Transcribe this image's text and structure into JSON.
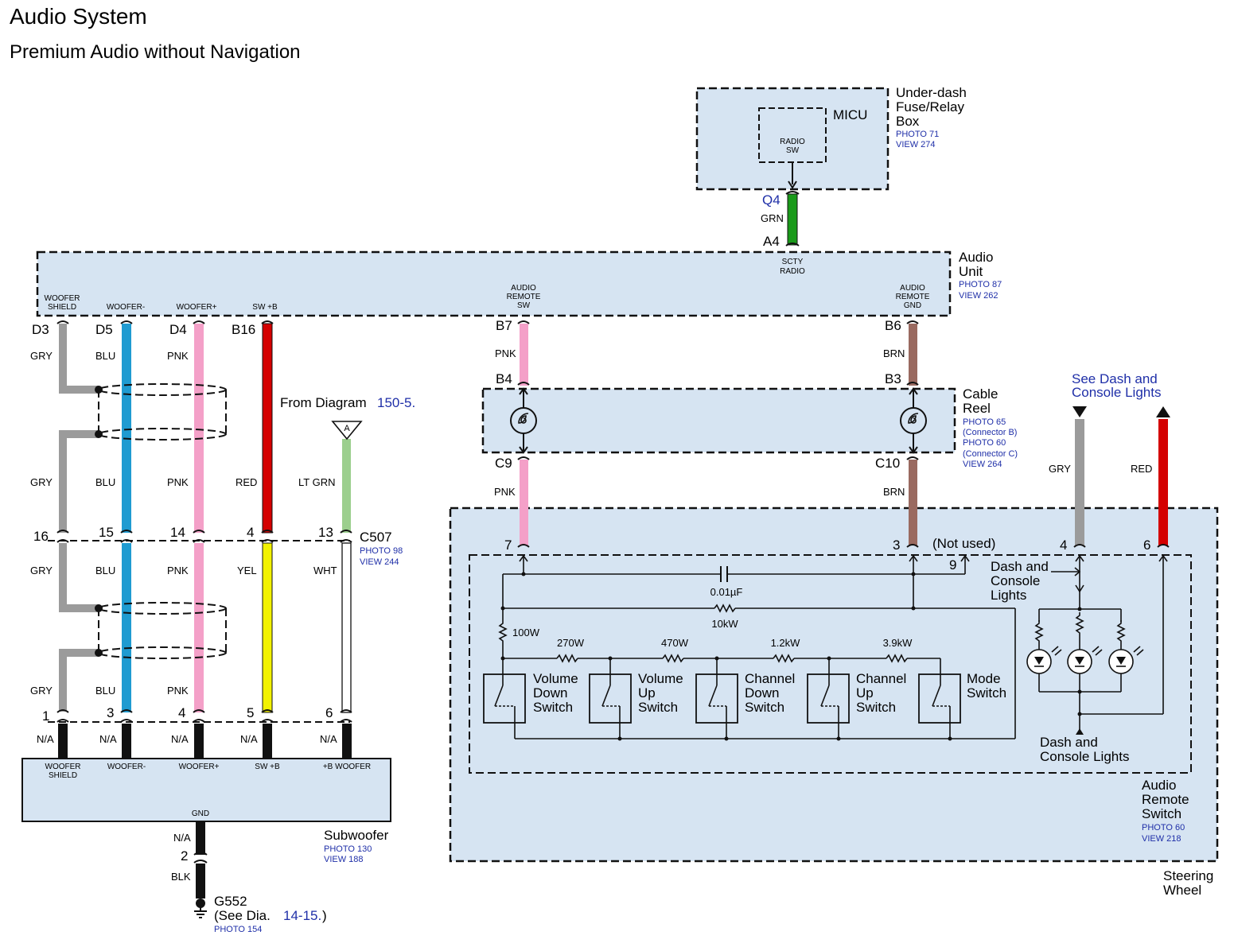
{
  "title": "Audio System",
  "subtitle": "Premium Audio without Navigation",
  "colors": {
    "box_fill": "#d6e4f2",
    "GRY": "#9b9b9b",
    "BLU": "#1f9bd1",
    "PNK": "#f4a0c8",
    "RED": "#d40000",
    "YEL": "#f2f200",
    "WHT": "#ffffff",
    "LT_GRN": "#9ccf8e",
    "GRN": "#1a9a1a",
    "BRN": "#9a6a60",
    "BLK": "#111111",
    "link": "#1f2fa8"
  },
  "fuse_box": {
    "title_lines": [
      "Under-dash",
      "Fuse/Relay",
      "Box"
    ],
    "photo": "PHOTO 71",
    "view": "VIEW 274",
    "micu": "MICU",
    "radio_sw_lines": [
      "RADIO",
      "SW"
    ],
    "pin_q4": "Q4",
    "wire_grn": "GRN",
    "pin_a4": "A4"
  },
  "audio_unit": {
    "title_lines": [
      "Audio",
      "Unit"
    ],
    "photo": "PHOTO 87",
    "view": "VIEW 262",
    "scty_lines": [
      "SCTY",
      "RADIO"
    ],
    "terminals": {
      "woofer_shield_lines": [
        "WOOFER",
        "SHIELD"
      ],
      "woofer_minus": "WOOFER-",
      "woofer_plus": "WOOFER+",
      "sw_b": "SW +B",
      "remote_sw_lines": [
        "AUDIO",
        "REMOTE",
        "SW"
      ],
      "remote_gnd_lines": [
        "AUDIO",
        "REMOTE",
        "GND"
      ]
    },
    "pins": {
      "d3": "D3",
      "d5": "D5",
      "d4": "D4",
      "b16": "B16",
      "b7": "B7",
      "b6": "B6"
    }
  },
  "wire_labels": {
    "gry": "GRY",
    "blu": "BLU",
    "pnk": "PNK",
    "red": "RED",
    "yel": "YEL",
    "wht": "WHT",
    "lt_grn": "LT GRN",
    "brn": "BRN",
    "na": "N/A",
    "blk": "BLK"
  },
  "from_diagram": {
    "text": "From Diagram",
    "link": "150-5.",
    "connector": "A"
  },
  "c507": {
    "name": "C507",
    "photo": "PHOTO 98",
    "view": "VIEW 244",
    "pins": [
      "16",
      "15",
      "14",
      "4",
      "13"
    ]
  },
  "sub_pins": [
    "1",
    "3",
    "4",
    "5",
    "6"
  ],
  "subwoofer": {
    "title": "Subwoofer",
    "photo": "PHOTO 130",
    "view": "VIEW 188",
    "terminals": [
      "WOOFER SHIELD",
      "WOOFER-",
      "WOOFER+",
      "SW +B",
      "+B WOOFER"
    ],
    "terminal_shield_lines": [
      "WOOFER",
      "SHIELD"
    ],
    "gnd": "GND",
    "gnd_pin": "2"
  },
  "ground": {
    "name": "G552",
    "see_text": "(See Dia.",
    "see_link": "14-15.",
    "close": ")",
    "photo": "PHOTO 154"
  },
  "cable_reel": {
    "title_lines": [
      "Cable",
      "Reel"
    ],
    "photo_b": "PHOTO 65",
    "conn_b": "(Connector B)",
    "photo_c": "PHOTO 60",
    "conn_c": "(Connector C)",
    "view": "VIEW 264",
    "pins": {
      "b4": "B4",
      "b3": "B3",
      "c9": "C9",
      "c10": "C10"
    }
  },
  "see_dash": {
    "lines": [
      "See Dash and",
      "Console Lights"
    ]
  },
  "remote_switch": {
    "title_lines": [
      "Audio",
      "Remote",
      "Switch"
    ],
    "photo": "PHOTO 60",
    "view": "VIEW 218",
    "steering_lines": [
      "Steering",
      "Wheel"
    ],
    "pins": {
      "p7": "7",
      "p3": "3",
      "p9": "9",
      "p4": "4",
      "p6": "6"
    },
    "not_used": "(Not used)",
    "capacitor": "0.01µF",
    "r_10k": "10kW",
    "r_100": "100W",
    "resistors": [
      "270W",
      "470W",
      "1.2kW",
      "3.9kW"
    ],
    "switches": [
      [
        "Volume",
        "Down",
        "Switch"
      ],
      [
        "Volume",
        "Up",
        "Switch"
      ],
      [
        "Channel",
        "Down",
        "Switch"
      ],
      [
        "Channel",
        "Up",
        "Switch"
      ],
      [
        "Mode",
        "Switch"
      ]
    ],
    "dash_top_lines": [
      "Dash and",
      "Console",
      "Lights"
    ],
    "dash_bottom_lines": [
      "Dash and",
      "Console Lights"
    ]
  }
}
